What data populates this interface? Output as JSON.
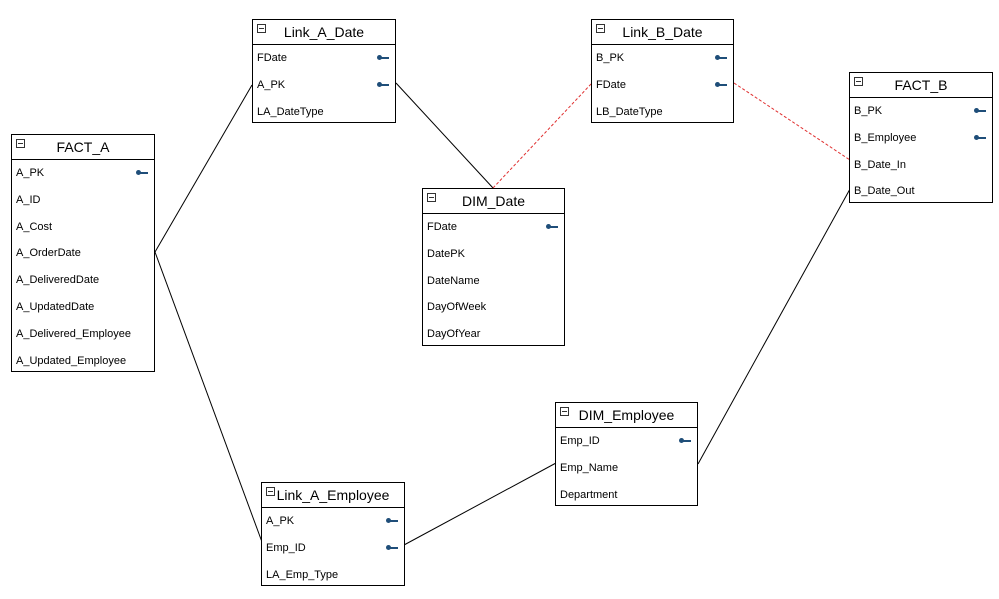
{
  "tables": [
    {
      "id": "fact_a",
      "title": "FACT_A",
      "fields": [
        {
          "name": "A_PK",
          "key": true
        },
        {
          "name": "A_ID",
          "key": false
        },
        {
          "name": "A_Cost",
          "key": false
        },
        {
          "name": "A_OrderDate",
          "key": false
        },
        {
          "name": "A_DeliveredDate",
          "key": false
        },
        {
          "name": "A_UpdatedDate",
          "key": false
        },
        {
          "name": "A_Delivered_Employee",
          "key": false
        },
        {
          "name": "A_Updated_Employee",
          "key": false
        }
      ]
    },
    {
      "id": "link_a_date",
      "title": "Link_A_Date",
      "fields": [
        {
          "name": "FDate",
          "key": true
        },
        {
          "name": "A_PK",
          "key": true
        },
        {
          "name": "LA_DateType",
          "key": false
        }
      ]
    },
    {
      "id": "link_b_date",
      "title": "Link_B_Date",
      "fields": [
        {
          "name": "B_PK",
          "key": true
        },
        {
          "name": "FDate",
          "key": true
        },
        {
          "name": "LB_DateType",
          "key": false
        }
      ]
    },
    {
      "id": "fact_b",
      "title": "FACT_B",
      "fields": [
        {
          "name": "B_PK",
          "key": true
        },
        {
          "name": "B_Employee",
          "key": true
        },
        {
          "name": "B_Date_In",
          "key": false
        },
        {
          "name": "B_Date_Out",
          "key": false
        }
      ]
    },
    {
      "id": "dim_date",
      "title": "DIM_Date",
      "fields": [
        {
          "name": "FDate",
          "key": true
        },
        {
          "name": "DatePK",
          "key": false
        },
        {
          "name": "DateName",
          "key": false
        },
        {
          "name": "DayOfWeek",
          "key": false
        },
        {
          "name": "DayOfYear",
          "key": false
        }
      ]
    },
    {
      "id": "dim_employee",
      "title": "DIM_Employee",
      "fields": [
        {
          "name": "Emp_ID",
          "key": true
        },
        {
          "name": "Emp_Name",
          "key": false
        },
        {
          "name": "Department",
          "key": false
        }
      ]
    },
    {
      "id": "link_a_employee",
      "title": "Link_A_Employee",
      "fields": [
        {
          "name": "A_PK",
          "key": true
        },
        {
          "name": "Emp_ID",
          "key": true
        },
        {
          "name": "LA_Emp_Type",
          "key": false
        }
      ]
    }
  ],
  "colors": {
    "solid_line": "#000000",
    "dashed_line": "#e03030",
    "key_icon": "#1f4e79",
    "border": "#000000"
  }
}
